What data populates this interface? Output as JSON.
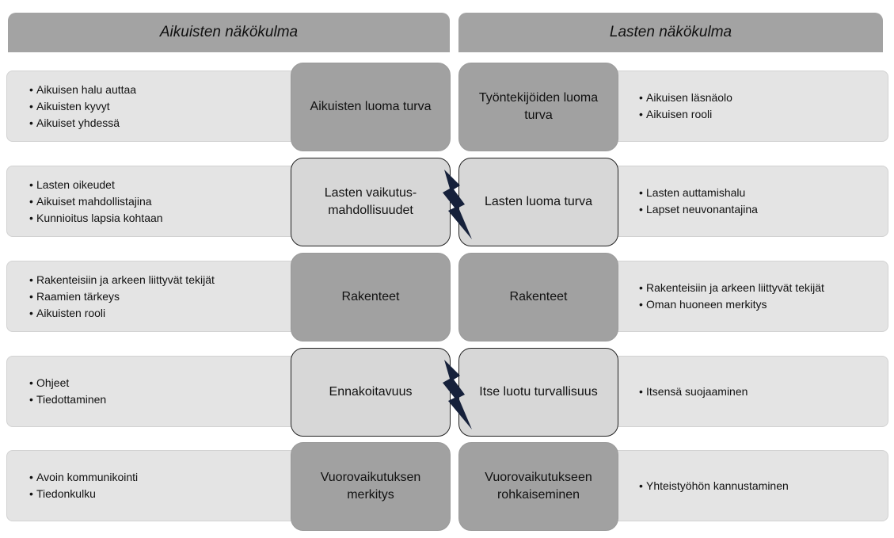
{
  "headers": {
    "left": "Aikuisten näkökulma",
    "right": "Lasten näkökulma"
  },
  "rows": [
    {
      "left_items": [
        "Aikuisen halu auttaa",
        "Aikuisten kyvyt",
        "Aikuiset yhdessä"
      ],
      "left_concept": "Aikuisten luoma turva",
      "right_concept": "Työntekijöiden luoma turva",
      "right_items": [
        "Aikuisen läsnäolo",
        "Aikuisen rooli"
      ],
      "conflict": false
    },
    {
      "left_items": [
        "Lasten oikeudet",
        "Aikuiset mahdollistajina",
        "Kunnioitus lapsia kohtaan"
      ],
      "left_concept": "Lasten vaikutus-mahdollisuudet",
      "right_concept": "Lasten luoma turva",
      "right_items": [
        "Lasten auttamishalu",
        "Lapset neuvonantajina"
      ],
      "conflict": true
    },
    {
      "left_items": [
        "Rakenteisiin ja arkeen liittyvät tekijät",
        "Raamien tärkeys",
        "Aikuisten rooli"
      ],
      "left_concept": "Rakenteet",
      "right_concept": "Rakenteet",
      "right_items": [
        "Rakenteisiin ja arkeen liittyvät tekijät",
        "Oman huoneen merkitys"
      ],
      "conflict": false
    },
    {
      "left_items": [
        "Ohjeet",
        "Tiedottaminen"
      ],
      "left_concept": "Ennakoitavuus",
      "right_concept": "Itse luotu turvallisuus",
      "right_items": [
        "Itsensä suojaaminen"
      ],
      "conflict": true
    },
    {
      "left_items": [
        "Avoin kommunikointi",
        "Tiedonkulku"
      ],
      "left_concept": "Vuorovaikutuksen merkitys",
      "right_concept": "Vuorovaikutukseen rohkaiseminen",
      "right_items": [
        "Yhteistyöhön kannustaminen"
      ],
      "conflict": false
    }
  ],
  "colors": {
    "header": "#a3a3a3",
    "list_box": "#e4e4e4",
    "concept_dark": "#a1a1a1",
    "concept_light": "#d7d7d7",
    "bolt": "#16213b"
  },
  "icons": {
    "conflict": "lightning-bolt-icon"
  }
}
